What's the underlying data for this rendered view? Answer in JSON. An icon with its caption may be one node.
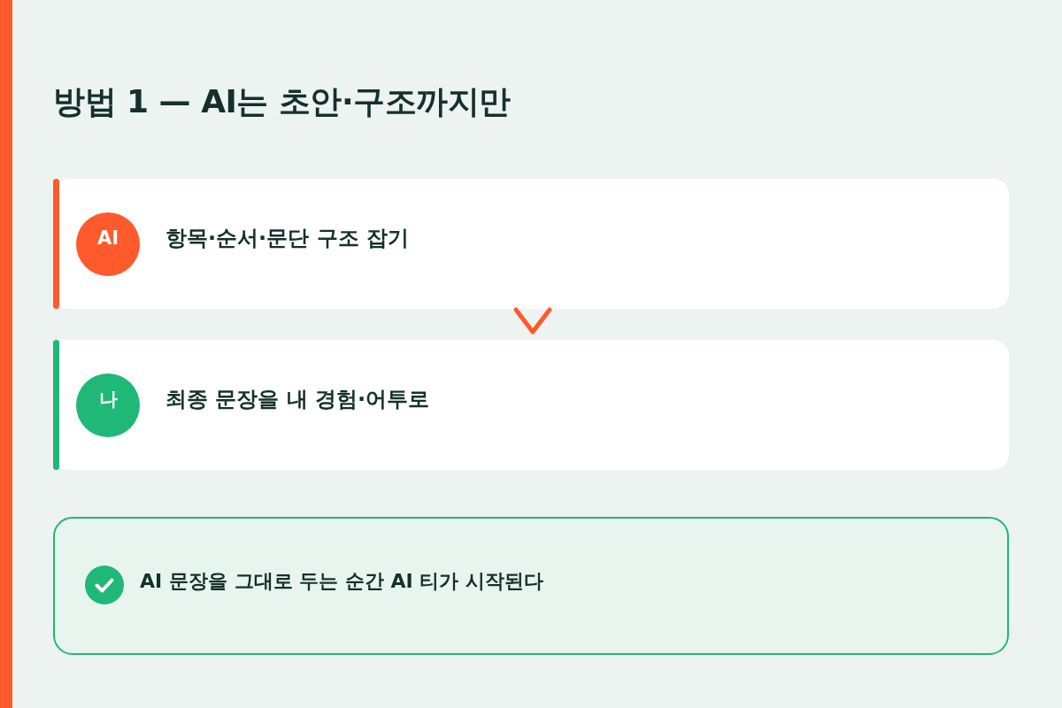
{
  "diagram": {
    "title": "방법 1 — AI는 초안·구조까지만",
    "nodes": [
      {
        "text": [
          "항목·순서·문단 구조 잡기"
        ]
      },
      {
        "text": [
          "AI"
        ],
        "in": 0
      },
      {
        "text": [
          "최종 문장을 내 경험·어투로"
        ]
      },
      {
        "text": [
          "나"
        ],
        "in": 2
      },
      {
        "text": [
          "AI 문장을 그대로 두는 순간 AI 티가 시작된다"
        ]
      }
    ],
    "edges": [
      {
        "from": 0,
        "to": 2,
        "arrow": "to"
      }
    ]
  }
}
